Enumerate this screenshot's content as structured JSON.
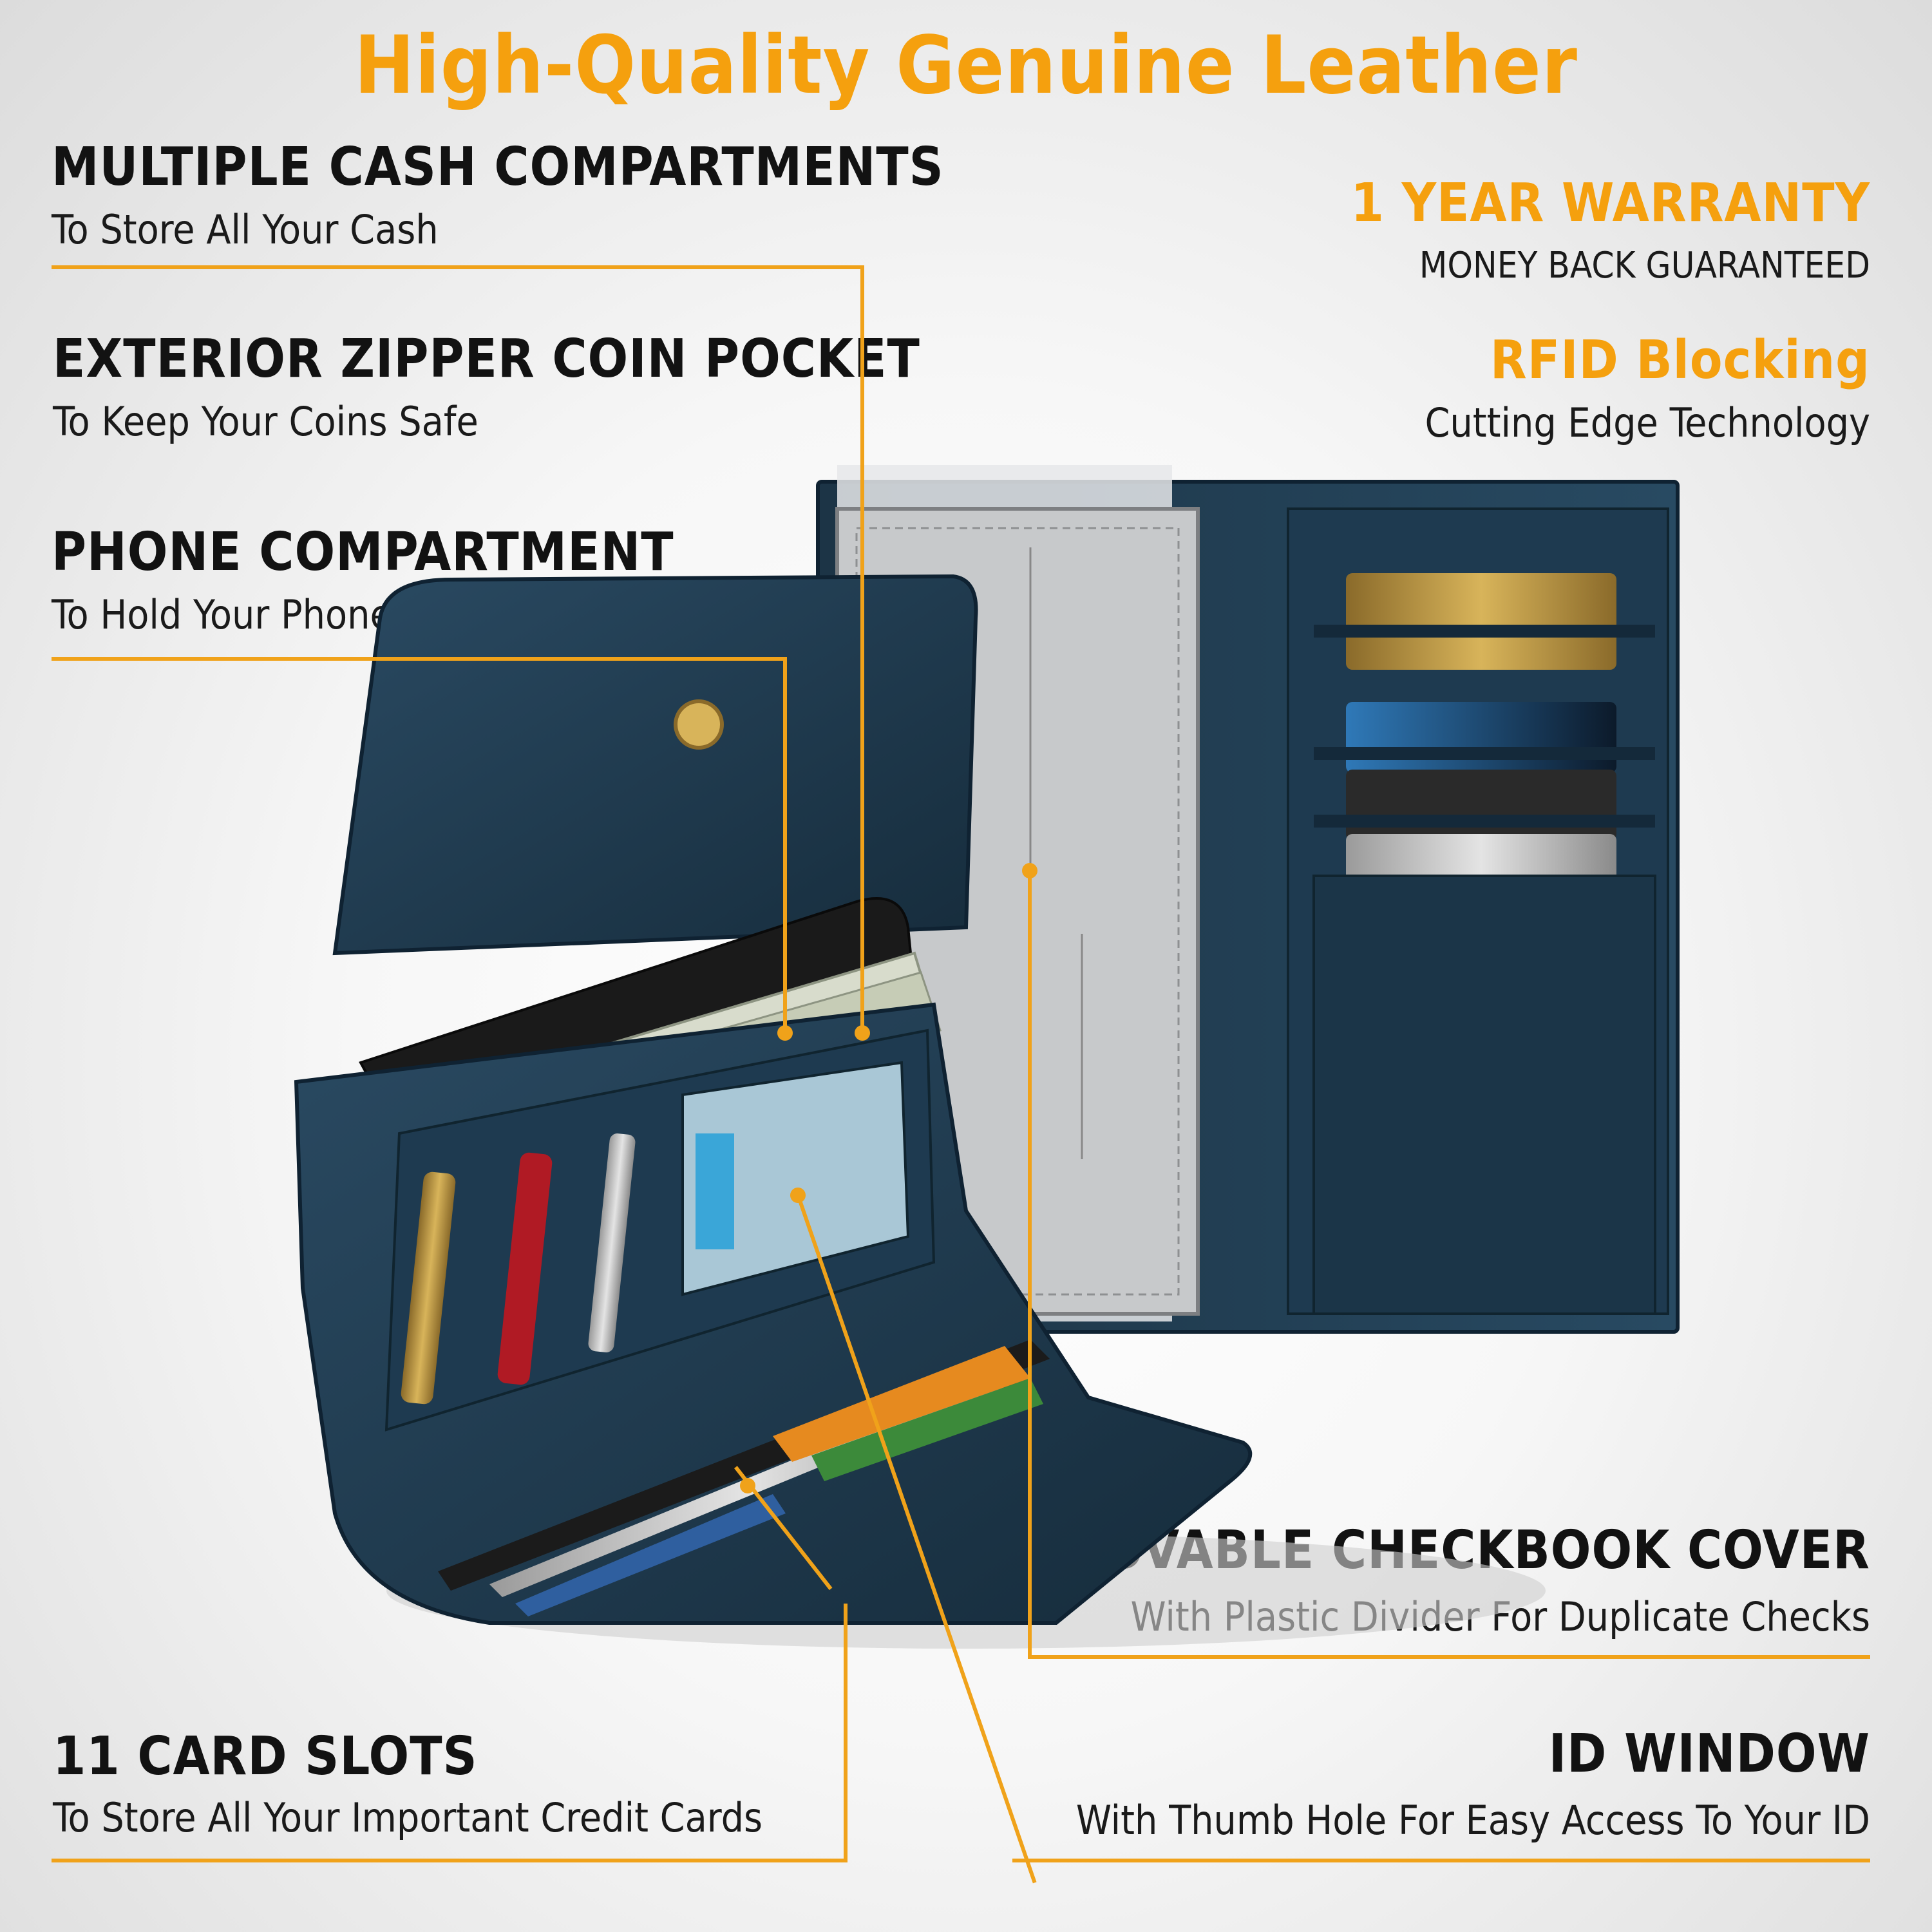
{
  "title": "High-Quality Genuine Leather",
  "features": {
    "cash": {
      "heading": "MULTIPLE CASH COMPARTMENTS",
      "sub": "To Store All Your Cash"
    },
    "zipper": {
      "heading": "EXTERIOR ZIPPER COIN POCKET",
      "sub": "To Keep Your Coins Safe"
    },
    "phone": {
      "heading": "PHONE COMPARTMENT",
      "sub": "To Hold Your Phone"
    },
    "warranty": {
      "heading": "1 YEAR WARRANTY",
      "sub": "MONEY BACK GUARANTEED"
    },
    "rfid": {
      "heading": "RFID Blocking",
      "sub": "Cutting Edge Technology"
    },
    "checkbook": {
      "heading": "A REMOVABLE CHECKBOOK COVER",
      "sub": "With Plastic Divider For Duplicate Checks"
    },
    "cards": {
      "heading": "11 CARD SLOTS",
      "sub": "To Store All Your Important Credit Cards"
    },
    "id": {
      "heading": "ID WINDOW",
      "sub": "With Thumb Hole For Easy Access To Your ID"
    }
  },
  "colors": {
    "accent": "#f5a00e",
    "leather": "#1f3a4f",
    "text": "#121212"
  },
  "icons": [
    "wallet-illustration",
    "checkbook-illustration",
    "callout-dot"
  ]
}
